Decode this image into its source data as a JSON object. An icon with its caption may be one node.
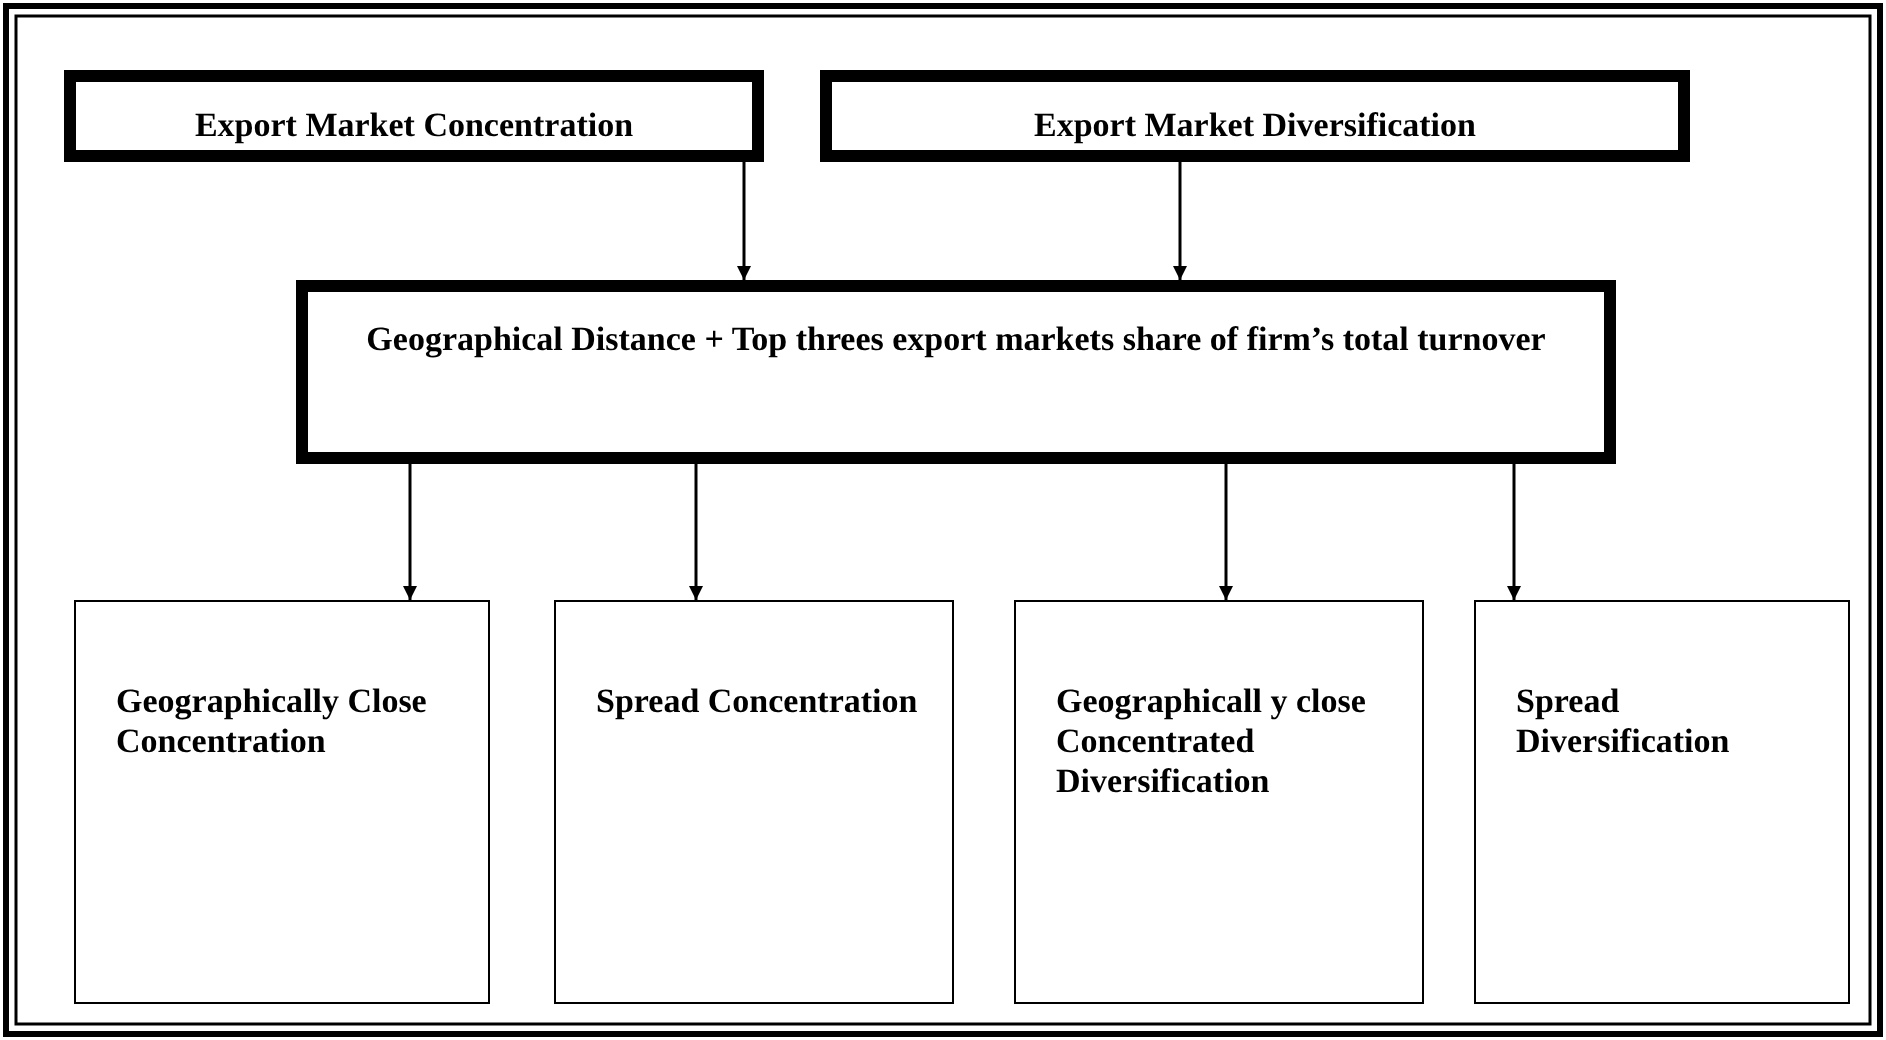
{
  "diagram": {
    "nodes": [
      {
        "text": [
          "Export Market Concentration"
        ]
      },
      {
        "text": [
          "Export Market Diversification"
        ]
      },
      {
        "text": [
          "Geographical Distance + Top threes export markets share of firm’s total turnover"
        ]
      },
      {
        "text": [
          "Geographically Close Concentration"
        ]
      },
      {
        "text": [
          "Spread Concentration"
        ]
      },
      {
        "text": [
          "Geographicall y close Concentrated Diversification"
        ]
      },
      {
        "text": [
          "Spread Diversification"
        ]
      }
    ],
    "edges": [
      {
        "from": 0,
        "to": 2,
        "arrow": "to"
      },
      {
        "from": 1,
        "to": 2,
        "arrow": "to"
      },
      {
        "from": 2,
        "to": 3,
        "arrow": "to"
      },
      {
        "from": 2,
        "to": 4,
        "arrow": "to"
      },
      {
        "from": 2,
        "to": 5,
        "arrow": "to"
      },
      {
        "from": 2,
        "to": 6,
        "arrow": "to"
      }
    ]
  }
}
